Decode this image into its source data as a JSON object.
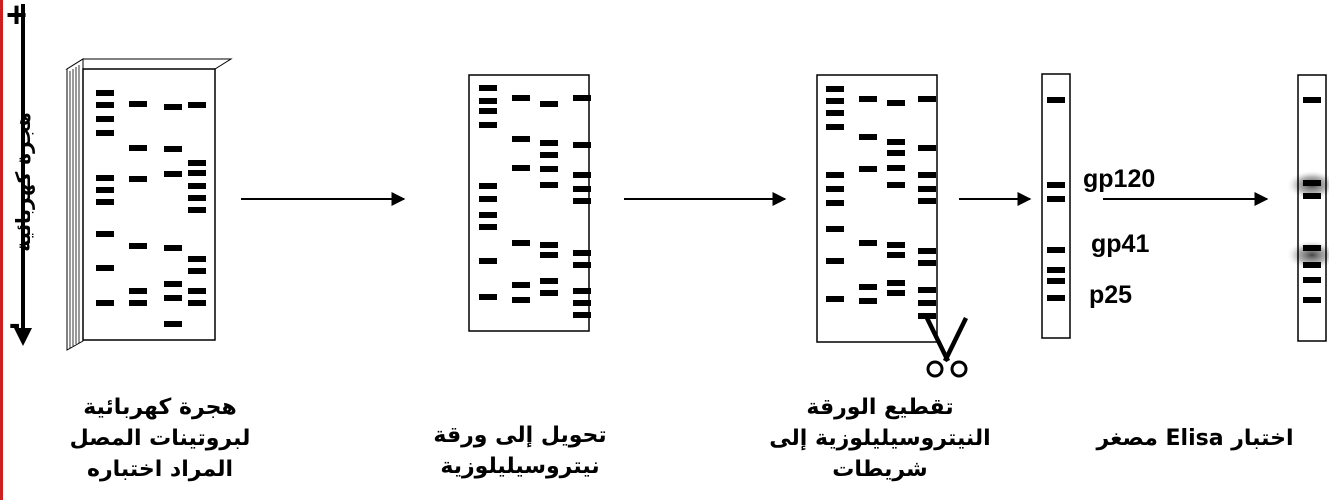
{
  "axis": {
    "title": "هجرة كهربائية",
    "positive_sign": "+",
    "negative_sign": "-"
  },
  "steps": [
    {
      "caption": "هجرة كهربائية\nلبروتينات المصل\nالمراد اختباره"
    },
    {
      "caption": "تحويل إلى ورقة\nنيتروسيليلوزية"
    },
    {
      "caption": "تقطيع الورقة\nالنيتروسيليلوزية إلى\nشريطات"
    },
    {
      "caption": "اختبار Elisa مصغر"
    }
  ],
  "protein_bands": {
    "gp120": "gp120",
    "gp41": "gp41",
    "p25": "p25"
  },
  "icons": {
    "cutting_tool": "scissors-icon",
    "process_arrows": "arrow-right-icon"
  },
  "colors": {
    "border_accent": "#cc1f1f",
    "ink": "#000000",
    "positive_reaction": "#5a5a5a"
  }
}
